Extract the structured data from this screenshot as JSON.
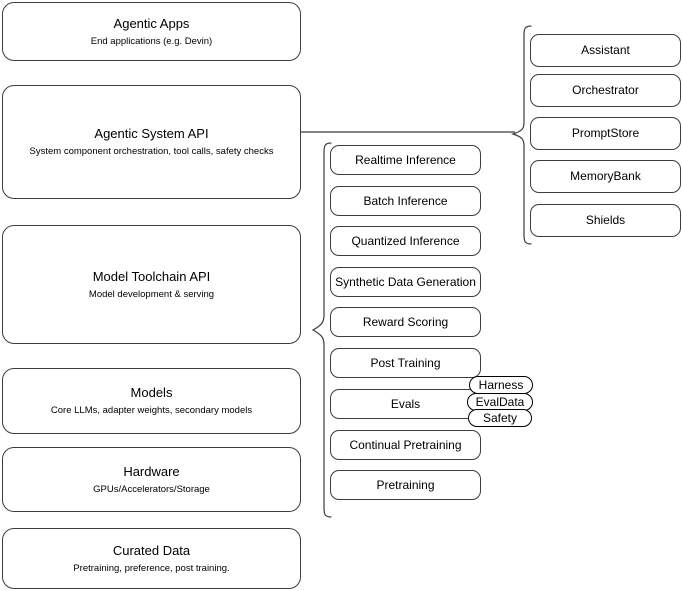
{
  "diagram": {
    "title": "Agentic stack layered architecture",
    "stroke_color": "#3c3c3c",
    "background_color": "#ffffff",
    "stack_layers": [
      {
        "id": "agentic-apps",
        "title": "Agentic Apps",
        "subtitle": "End applications (e.g. Devin)"
      },
      {
        "id": "agentic-system-api",
        "title": "Agentic System API",
        "subtitle": "System component orchestration, tool calls, safety checks"
      },
      {
        "id": "model-toolchain-api",
        "title": "Model Toolchain API",
        "subtitle": "Model development & serving"
      },
      {
        "id": "models",
        "title": "Models",
        "subtitle": "Core LLMs, adapter weights, secondary models"
      },
      {
        "id": "hardware",
        "title": "Hardware",
        "subtitle": "GPUs/Accelerators/Storage"
      },
      {
        "id": "curated-data",
        "title": "Curated Data",
        "subtitle": "Pretraining, preference, post training."
      }
    ],
    "toolchain_components": [
      {
        "id": "realtime-inference",
        "label": "Realtime Inference"
      },
      {
        "id": "batch-inference",
        "label": "Batch Inference"
      },
      {
        "id": "quantized-inference",
        "label": "Quantized Inference"
      },
      {
        "id": "synthetic-data-generation",
        "label": "Synthetic Data Generation"
      },
      {
        "id": "reward-scoring",
        "label": "Reward Scoring"
      },
      {
        "id": "post-training",
        "label": "Post Training"
      },
      {
        "id": "evals",
        "label": "Evals"
      },
      {
        "id": "continual-pretraining",
        "label": "Continual Pretraining"
      },
      {
        "id": "pretraining",
        "label": "Pretraining"
      }
    ],
    "evals_subcomponents": [
      {
        "id": "harness",
        "label": "Harness"
      },
      {
        "id": "evaldata",
        "label": "EvalData"
      },
      {
        "id": "safety",
        "label": "Safety"
      }
    ],
    "system_components": [
      {
        "id": "assistant",
        "label": "Assistant"
      },
      {
        "id": "orchestrator",
        "label": "Orchestrator"
      },
      {
        "id": "promptstore",
        "label": "PromptStore"
      },
      {
        "id": "memorybank",
        "label": "MemoryBank"
      },
      {
        "id": "shields",
        "label": "Shields"
      }
    ]
  }
}
